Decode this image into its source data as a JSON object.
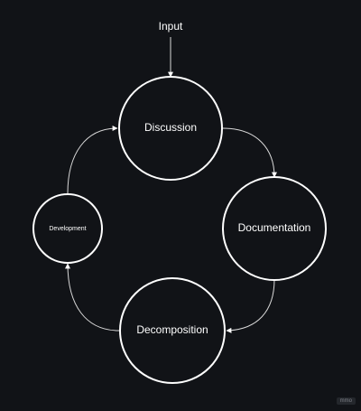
{
  "diagram": {
    "input": "Input",
    "nodes": [
      {
        "id": "discussion",
        "label": "Discussion"
      },
      {
        "id": "documentation",
        "label": "Documentation"
      },
      {
        "id": "decomposition",
        "label": "Decomposition"
      },
      {
        "id": "development",
        "label": "Development"
      }
    ],
    "edges": [
      {
        "from": "input",
        "to": "discussion"
      },
      {
        "from": "discussion",
        "to": "documentation"
      },
      {
        "from": "documentation",
        "to": "decomposition"
      },
      {
        "from": "decomposition",
        "to": "development"
      },
      {
        "from": "development",
        "to": "discussion"
      }
    ]
  },
  "watermark": "mmo",
  "colors": {
    "background": "#111317",
    "stroke": "#ffffff",
    "edge": "#d9d9d9",
    "text": "#ffffff"
  }
}
